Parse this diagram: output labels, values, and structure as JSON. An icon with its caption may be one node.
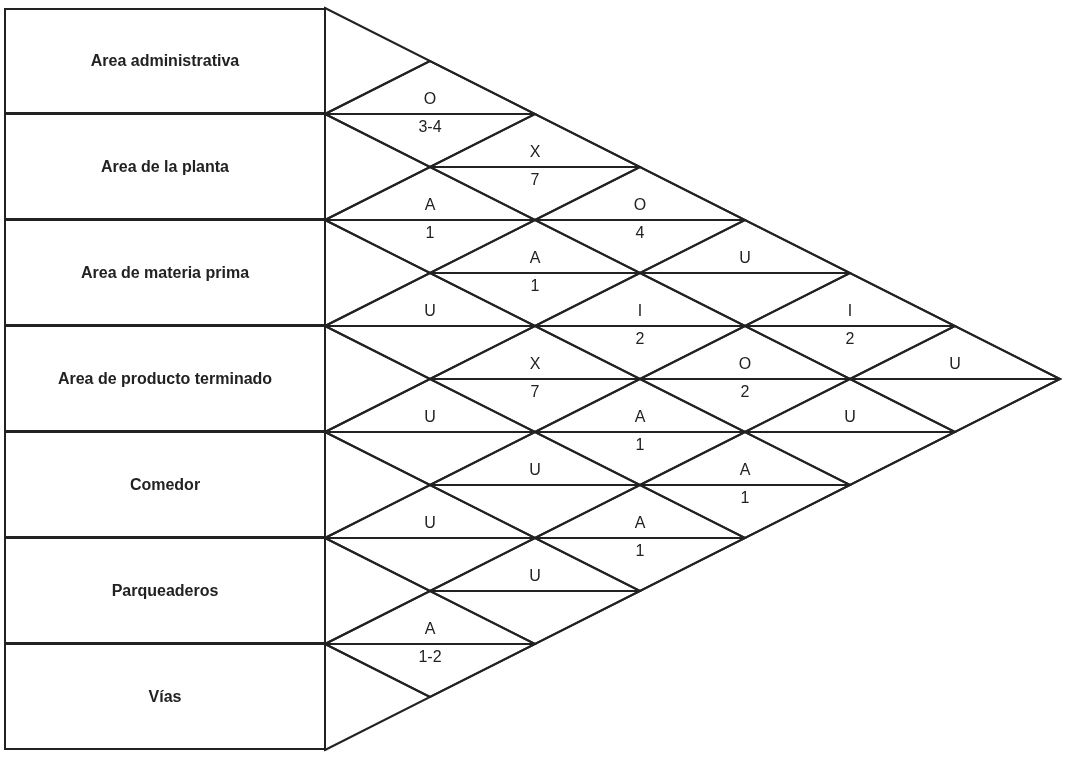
{
  "diagram": {
    "nodes": [
      {
        "text": [
          "Area administrativa"
        ]
      },
      {
        "text": [
          "Area de la planta"
        ]
      },
      {
        "text": [
          "Area de materia prima"
        ]
      },
      {
        "text": [
          "Area de producto terminado"
        ]
      },
      {
        "text": [
          "Comedor"
        ]
      },
      {
        "text": [
          "Parqueaderos"
        ]
      },
      {
        "text": [
          "Vías"
        ]
      },
      {
        "text": [
          "O",
          "3-4"
        ]
      },
      {
        "text": [
          "X",
          "7"
        ]
      },
      {
        "text": [
          "A",
          "1"
        ]
      },
      {
        "text": [
          "O",
          "4"
        ]
      },
      {
        "text": [
          "A",
          "1"
        ]
      },
      {
        "text": [
          "U"
        ]
      },
      {
        "text": [
          "U"
        ]
      },
      {
        "text": [
          "I",
          "2"
        ]
      },
      {
        "text": [
          "I",
          "2"
        ]
      },
      {
        "text": [
          "X",
          "7"
        ]
      },
      {
        "text": [
          "O",
          "2"
        ]
      },
      {
        "text": [
          "U"
        ]
      },
      {
        "text": [
          "U"
        ]
      },
      {
        "text": [
          "A",
          "1"
        ]
      },
      {
        "text": [
          "U"
        ]
      },
      {
        "text": [
          "U"
        ]
      },
      {
        "text": [
          "A",
          "1"
        ]
      },
      {
        "text": [
          "U"
        ]
      },
      {
        "text": [
          "A",
          "1"
        ]
      },
      {
        "text": [
          "U"
        ]
      },
      {
        "text": [
          "A",
          "1-2"
        ]
      }
    ],
    "edges": []
  }
}
